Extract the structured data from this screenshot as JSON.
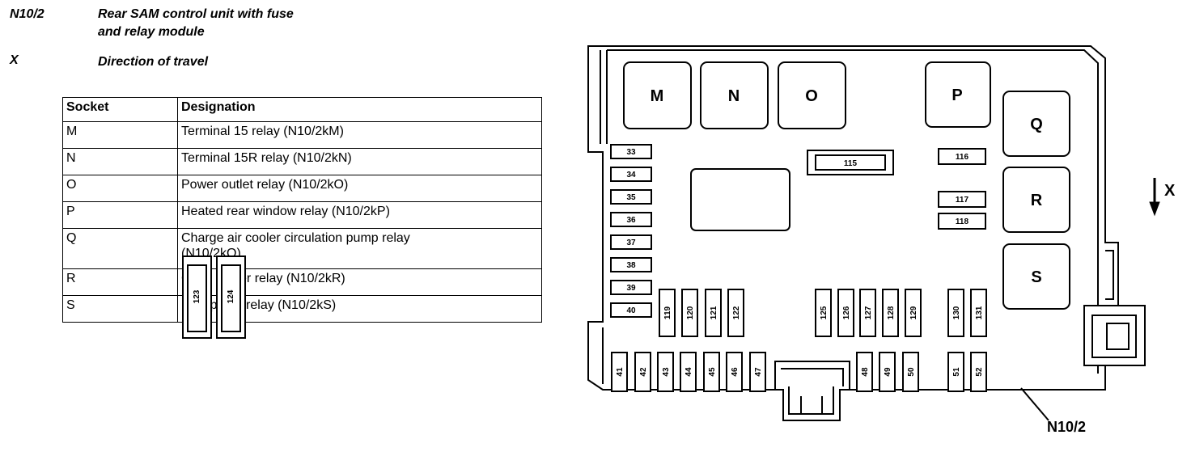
{
  "legend": [
    {
      "key": "N10/2",
      "line1": "Rear SAM control unit with fuse",
      "line2": "and relay module"
    },
    {
      "key": "X",
      "line1": "Direction of travel",
      "line2": ""
    }
  ],
  "table": {
    "headers": [
      "Socket",
      "Designation"
    ],
    "rows": [
      {
        "socket": "M",
        "designation": "Terminal 15 relay (N10/2kM)"
      },
      {
        "socket": "N",
        "designation": "Terminal 15R relay (N10/2kN)"
      },
      {
        "socket": "O",
        "designation": "Power outlet relay (N10/2kO)"
      },
      {
        "socket": "P",
        "designation": "Heated rear window relay (N10/2kP)"
      },
      {
        "socket": "Q",
        "designation": "Charge air cooler circulation pump relay",
        "designation2": "(N10/2kQ)"
      },
      {
        "socket": "R",
        "designation": "Cigar lighter relay (N10/2kR)"
      },
      {
        "socket": "S",
        "designation": "Fuel pump relay (N10/2kS)"
      }
    ]
  },
  "diagram": {
    "relays": [
      "M",
      "N",
      "O",
      "P",
      "Q",
      "R",
      "S"
    ],
    "left_fuses": [
      "33",
      "34",
      "35",
      "36",
      "37",
      "38",
      "39",
      "40"
    ],
    "fuse_115": "115",
    "right_fuses": [
      "116",
      "117",
      "118"
    ],
    "large_fuses": [
      "123",
      "124"
    ],
    "middle_fuses_left": [
      "119",
      "120",
      "121",
      "122"
    ],
    "middle_fuses_right": [
      "125",
      "126",
      "127",
      "128",
      "129"
    ],
    "middle_fuses_far": [
      "130",
      "131"
    ],
    "bottom_fuses_left": [
      "41",
      "42",
      "43",
      "44",
      "45",
      "46",
      "47"
    ],
    "bottom_fuses_right": [
      "48",
      "49",
      "50"
    ],
    "bottom_fuses_far": [
      "51",
      "52"
    ],
    "direction_label": "X",
    "callout_label": "N10/2"
  }
}
